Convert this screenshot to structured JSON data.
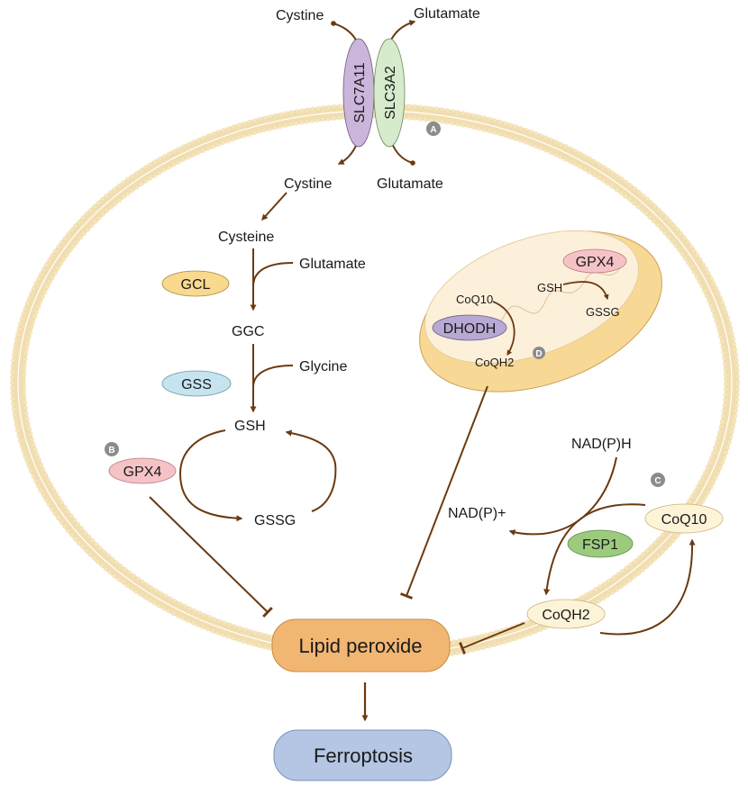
{
  "transporter": {
    "cystine_out": "Cystine",
    "glutamate_out": "Glutamate",
    "cystine_in": "Cystine",
    "glutamate_in": "Glutamate",
    "slc7a11": "SLC7A11",
    "slc3a2": "SLC3A2",
    "badge": "A"
  },
  "gsh_pathway": {
    "cysteine": "Cysteine",
    "glutamate": "Glutamate",
    "gcl": "GCL",
    "ggc": "GGC",
    "glycine": "Glycine",
    "gss": "GSS",
    "gsh": "GSH",
    "gpx4": "GPX4",
    "gssg": "GSSG",
    "badge": "B"
  },
  "mitochondrion": {
    "gpx4": "GPX4",
    "gsh": "GSH",
    "gssg": "GSSG",
    "coq10": "CoQ10",
    "dhodh": "DHODH",
    "coqh2": "CoQH2",
    "badge": "D"
  },
  "fsp1_pathway": {
    "nadph": "NAD(P)H",
    "nadp": "NAD(P)+",
    "coq10": "CoQ10",
    "fsp1": "FSP1",
    "coqh2": "CoQH2",
    "badge": "C"
  },
  "outcome": {
    "lipid_peroxide": "Lipid peroxide",
    "ferroptosis": "Ferroptosis"
  },
  "colors": {
    "arrow": "#6b3a10",
    "slc7a11": "#cbb5db",
    "slc3a2": "#d6ebcb",
    "gcl": "#f8d98e",
    "gss": "#c6e3f0",
    "gpx4": "#f5c3c6",
    "dhodh": "#b8a8d4",
    "fsp1": "#9ccb7e",
    "coq": "#fdf4d8",
    "lipid": "#f2b673",
    "ferroptosis": "#b4c6e4",
    "membrane": "#f1deb0",
    "badge": "#8c8c8c"
  }
}
